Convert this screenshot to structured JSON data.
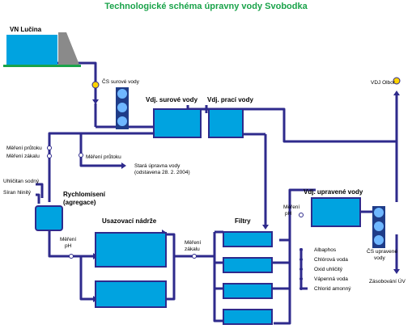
{
  "title": "Technologické schéma úpravny vody Svobodka",
  "labels": {
    "vn_lucina": "VN Lučina",
    "cs_surove_vody": "ČS surové vody",
    "vdj_surove_vody": "Vdj. surové vody",
    "vdj_praci_vody": "Vdj. prací vody",
    "vdj_olbor": "VDJ Olbor",
    "mereni_prutoku_1": "Měření průtoku",
    "mereni_zakalu_1": "Měření zákalu",
    "mereni_prutoku_2": "Měření průtoku",
    "stara_upravna_1": "Stará úpravna vody",
    "stara_upravna_2": "(odstavena 28. 2. 2004)",
    "uhlicitan_sodny": "Uhličitan sodný",
    "siran_hlinity": "Síran hlinitý",
    "rychlomiseni_1": "Rychlomísení",
    "rychlomiseni_2": "(agregace)",
    "usazovaci_nadrze": "Usazovací nádrže",
    "filtry": "Filtry",
    "vdj_upravene_vody": "Vdj. upravené vody",
    "mereni_ph_left_1": "Měření",
    "mereni_ph_left_2": "pH",
    "mereni_zakalu_2a": "Měření",
    "mereni_zakalu_2b": "zákalu",
    "mereni_ph_right_1": "Měření",
    "mereni_ph_right_2": "pH",
    "albaphos": "Albaphos",
    "chlorova_voda": "Chlórová voda",
    "oxid_uhlicity": "Oxid uhličitý",
    "vapenna_voda": "Vápenná voda",
    "chlorid_amonny": "Chlorid amonný",
    "cs_upravene_vody_1": "ČS upravené",
    "cs_upravene_vody_2": "vody",
    "zasobovani_uv": "Zásobování ÚV"
  },
  "colors": {
    "pipe": "#2e2a8c",
    "water": "#00a3e0",
    "title": "#1aa34a",
    "dam": "#8a8a8a",
    "ground": "#1aa34a",
    "valve": "#ffd400"
  }
}
